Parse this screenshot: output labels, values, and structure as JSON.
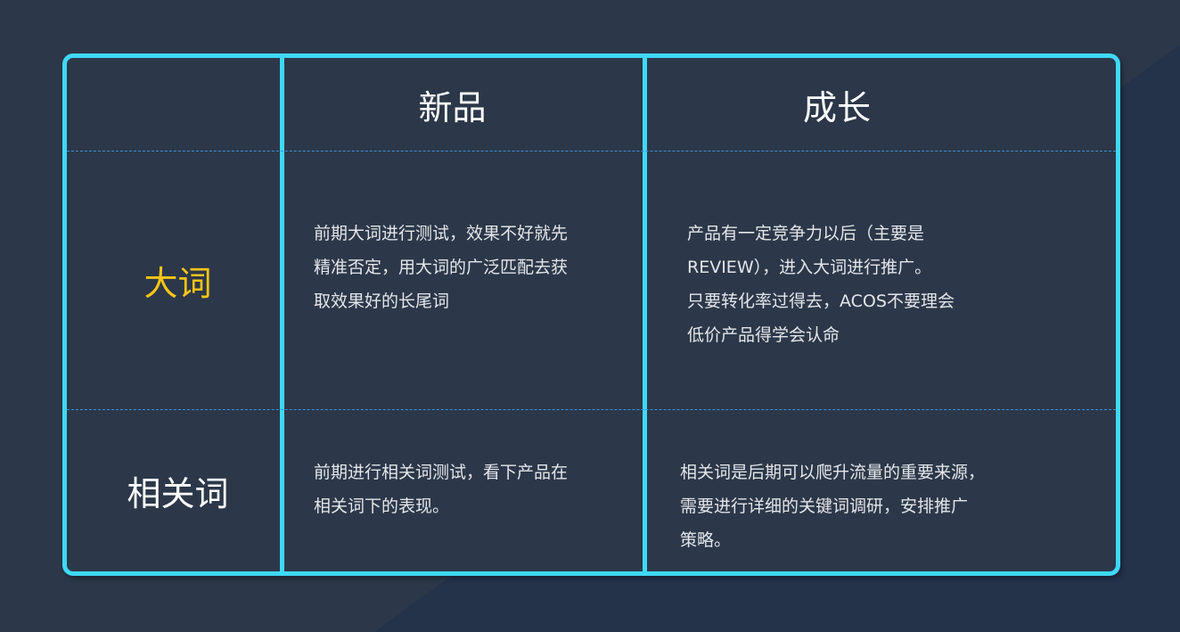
{
  "colors": {
    "background": "#2c3849",
    "border_accent": "#3fd8f7",
    "divider_dashed": "#3b8fe0",
    "highlight_yellow": "#fbc516",
    "text": "#e4e6ea"
  },
  "table": {
    "columns": [
      {
        "label": ""
      },
      {
        "label": "新品"
      },
      {
        "label": "成长"
      }
    ],
    "rows": [
      {
        "label": "大词",
        "new_product": {
          "lines": [
            "前期大词进行测试，效果不好就先",
            "精准否定，用大词的广泛匹配去获",
            "取效果好的长尾词"
          ]
        },
        "growth": {
          "lines": [
            "产品有一定竞争力以后（主要是",
            "REVIEW），进入大词进行推广。",
            "只要转化率过得去，ACOS不要理会",
            "低价产品得学会认命"
          ]
        }
      },
      {
        "label": "相关词",
        "new_product": {
          "lines": [
            "前期进行相关词测试，看下产品在",
            "相关词下的表现。"
          ]
        },
        "growth": {
          "lines": [
            "相关词是后期可以爬升流量的重要来源，",
            "需要进行详细的关键词调研，安排推广",
            "策略。"
          ]
        }
      }
    ]
  }
}
